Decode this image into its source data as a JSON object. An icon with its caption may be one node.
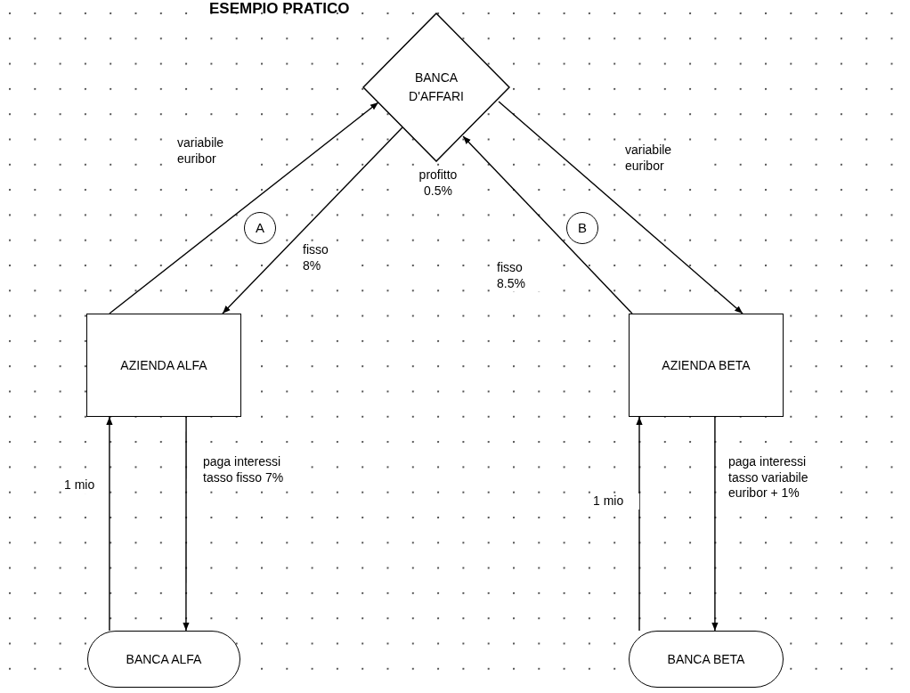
{
  "diagram": {
    "title": "ESEMPIO PRATICO",
    "nodes": [
      {
        "text": [
          "BANCA D'AFFARI"
        ],
        "beside": [
          "profitto 0.5%"
        ]
      },
      {
        "text": [
          "AZIENDA ALFA"
        ]
      },
      {
        "text": [
          "AZIENDA BETA"
        ]
      },
      {
        "text": [
          "BANCA ALFA"
        ]
      },
      {
        "text": [
          "BANCA BETA"
        ]
      },
      {
        "text": [
          "A"
        ]
      },
      {
        "text": [
          "B"
        ]
      }
    ],
    "edges": [
      {
        "from": 1,
        "to": 0,
        "arrow": "to",
        "label": "variabile euribor"
      },
      {
        "from": 0,
        "to": 1,
        "arrow": "to",
        "label": "fisso 8%"
      },
      {
        "from": 0,
        "to": 2,
        "arrow": "to",
        "label": "variabile euribor"
      },
      {
        "from": 2,
        "to": 0,
        "arrow": "to",
        "label": "fisso 8.5%"
      },
      {
        "from": 3,
        "to": 1,
        "arrow": "to",
        "label": "1 mio"
      },
      {
        "from": 1,
        "to": 3,
        "arrow": "to",
        "label": "paga interessi tasso fisso 7%"
      },
      {
        "from": 4,
        "to": 2,
        "arrow": "to",
        "label": "1 mio"
      },
      {
        "from": 2,
        "to": 4,
        "arrow": "to",
        "label": "paga interessi tasso variabile euribor + 1%"
      }
    ]
  }
}
